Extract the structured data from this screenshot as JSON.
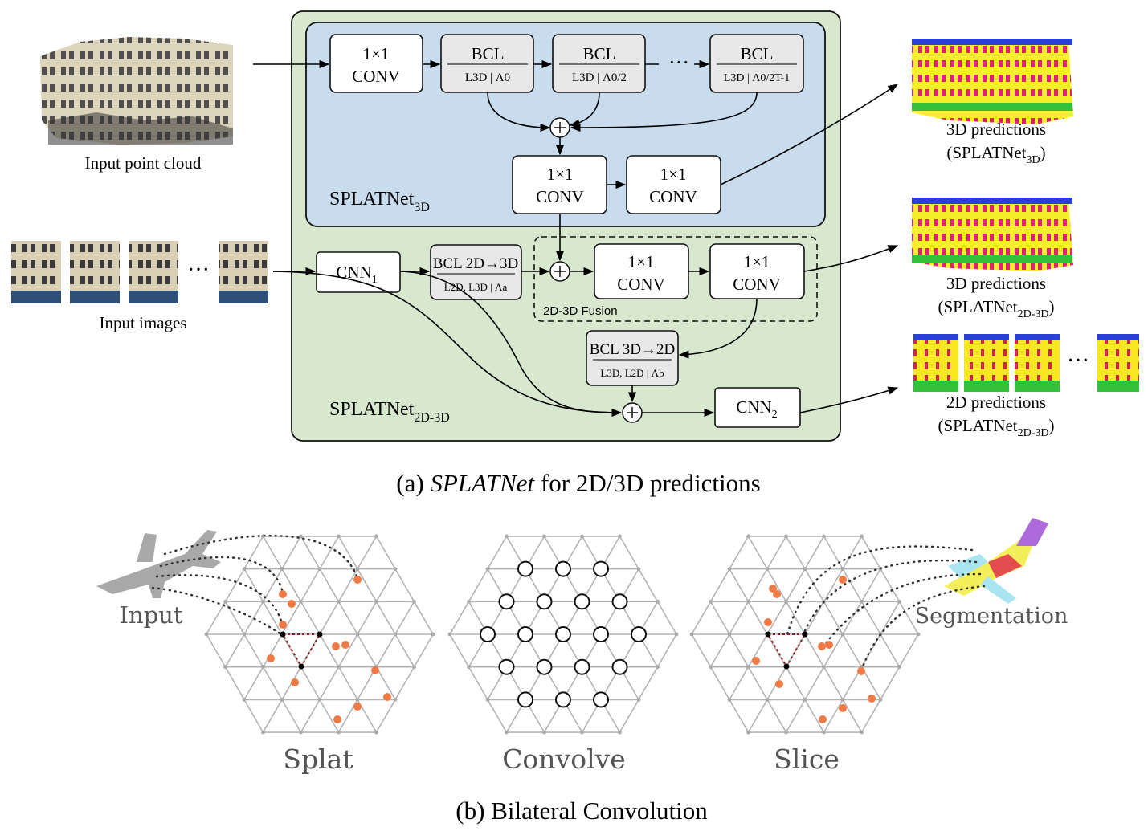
{
  "part_a": {
    "caption_prefix": "(a)",
    "caption_italic": "SPLATNet",
    "caption_rest": "for 2D/3D predictions",
    "input_point_cloud": "Input point cloud",
    "input_images": "Input images",
    "ellipsis": "···",
    "splatnet3d": {
      "main": "SPLATNet",
      "sub": "3D"
    },
    "splatnet2d3d": {
      "main": "SPLATNet",
      "sub": "2D-3D"
    },
    "conv": {
      "line1": "1×1",
      "line2": "CONV"
    },
    "bcl_3d": [
      {
        "top": "BCL",
        "bottom": "L3D | Λ0"
      },
      {
        "top": "BCL",
        "bottom": "L3D | Λ0/2"
      },
      {
        "top": "BCL",
        "bottom": "L3D | Λ0/2T-1"
      }
    ],
    "bcl_2d3d": {
      "top": "BCL 2D→3D",
      "bottom": "L2D, L3D | Λa"
    },
    "bcl_3d2d": {
      "top": "BCL 3D→2D",
      "bottom": "L3D, L2D | Λb"
    },
    "cnn1": {
      "main": "CNN",
      "sub": "1"
    },
    "cnn2": {
      "main": "CNN",
      "sub": "2"
    },
    "fusion_label": "2D-3D Fusion",
    "outputs": [
      {
        "line1": "3D predictions",
        "line2_main": "(SPLATNet",
        "line2_sub": "3D",
        "line2_end": ")"
      },
      {
        "line1": "3D predictions",
        "line2_main": "(SPLATNet",
        "line2_sub": "2D-3D",
        "line2_end": ")"
      },
      {
        "line1": "2D predictions",
        "line2_main": "(SPLATNet",
        "line2_sub": "2D-3D",
        "line2_end": ")"
      }
    ]
  },
  "part_b": {
    "caption": "(b) Bilateral Convolution",
    "labels": {
      "input": "Input",
      "splat": "Splat",
      "convolve": "Convolve",
      "slice": "Slice",
      "segmentation": "Segmentation"
    }
  },
  "colors": {
    "outer_bg": "#d7e8cf",
    "inner_bg": "#c8dcee",
    "bcl_fill": "#e8e8e8",
    "lattice": "#b4b4b4",
    "splat_dot": "#f07a45"
  }
}
